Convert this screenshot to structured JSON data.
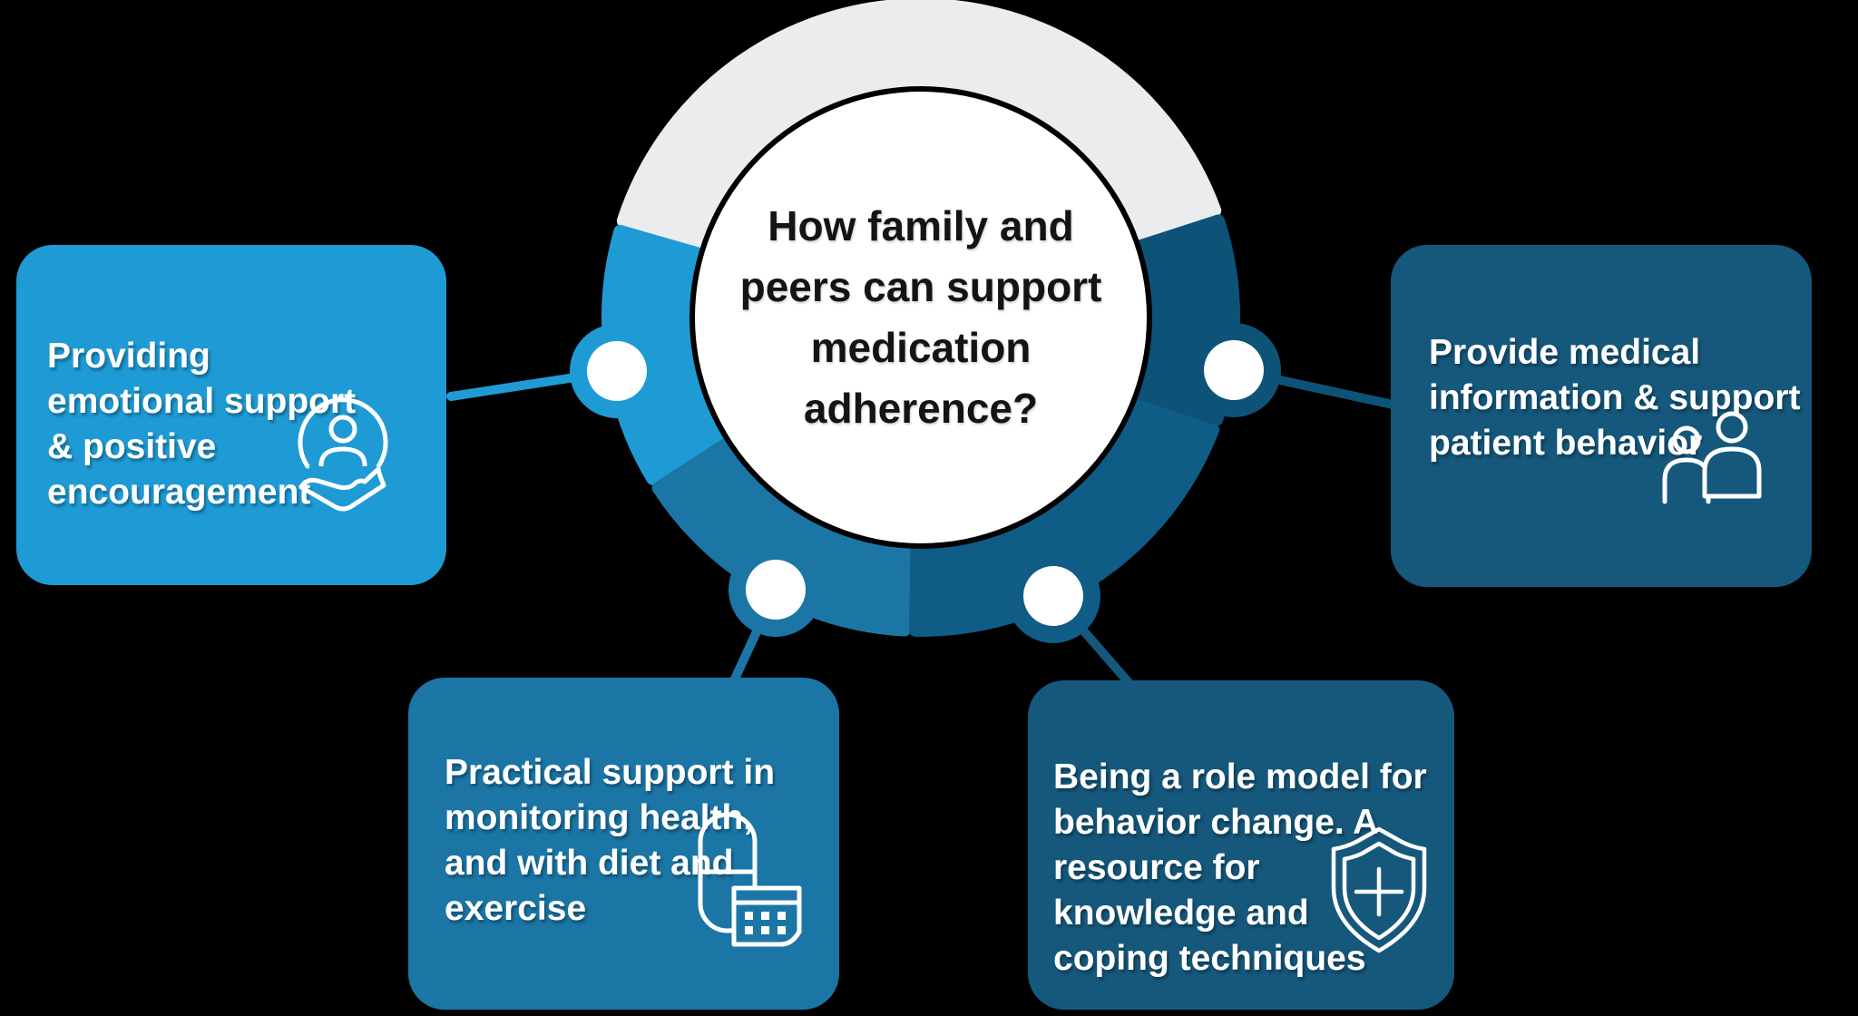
{
  "colors": {
    "background": "#000000",
    "light_blue": "#1E9BD5",
    "medium_blue": "#1B76A6",
    "dark_teal_box": "#15587C",
    "segment_bottom_right": "#0F5C86",
    "segment_right": "#0D5377",
    "segment_gray": "#EBECED",
    "node_white": "#FFFFFF",
    "center_circle": "#FFFFFF",
    "center_text": "#141414",
    "box_text": "#FFFFFF"
  },
  "center": {
    "question": "How family and\npeers can support\nmedication\nadherence?"
  },
  "boxes": {
    "top_left": {
      "text": "Providing\nemotional support\n& positive\nencouragement",
      "icon": "person-in-hand-icon"
    },
    "top_right": {
      "text": "Provide medical\ninformation & support\npatient behavior",
      "icon": "two-people-icon"
    },
    "bottom_left": {
      "text": "Practical support in\nmonitoring health,\nand with diet and\nexercise",
      "icon": "pill-calendar-icon"
    },
    "bottom_right": {
      "text": "Being a role model for\nbehavior change. A\nresource for\nknowledge and\ncoping techniques",
      "icon": "shield-plus-icon"
    }
  }
}
